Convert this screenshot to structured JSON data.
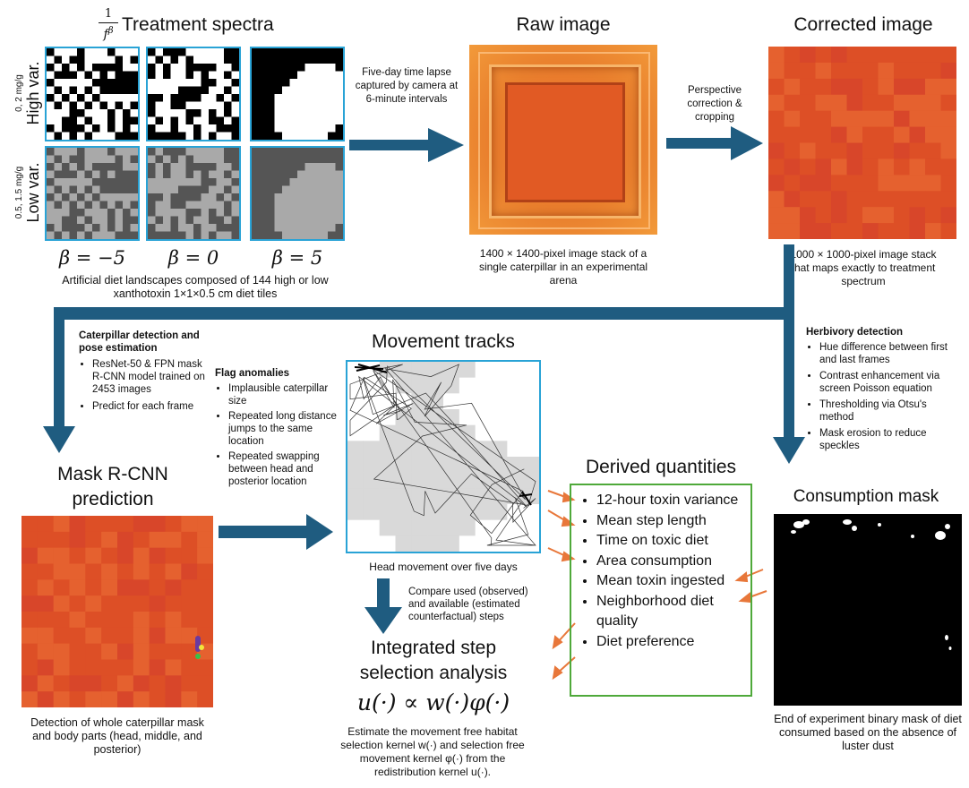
{
  "spectra": {
    "title": "Treatment spectra",
    "title_frac_num": "1",
    "title_frac_den": "f",
    "title_frac_exp": "β",
    "row_high": {
      "label": "High var.",
      "sub": "0, 2 mg/g"
    },
    "row_low": {
      "label": "Low var.",
      "sub": "0.5, 1.5 mg/g"
    },
    "betas": [
      "β = −5",
      "β = 0",
      "β = 5"
    ],
    "caption": "Artificial diet landscapes composed of 144 high or low xanthotoxin 1×1×0.5 cm diet tiles"
  },
  "raw": {
    "title": "Raw image",
    "arrow_text": "Five-day time lapse captured by camera at 6-minute intervals",
    "caption": "1400 × 1400-pixel image stack of a single caterpillar in an experimental arena"
  },
  "corrected": {
    "title": "Corrected image",
    "arrow_text": "Perspective correction & cropping",
    "caption": "1000 × 1000-pixel image stack that maps exactly to treatment spectrum"
  },
  "detection": {
    "heading": "Caterpillar detection and pose estimation",
    "items": [
      "ResNet-50 & FPN mask R-CNN model trained on 2453 images",
      "Predict for each frame"
    ]
  },
  "anomalies": {
    "heading": "Flag anomalies",
    "items": [
      "Implausible caterpillar size",
      "Repeated long distance jumps to the same location",
      "Repeated swapping between head and posterior location"
    ]
  },
  "herbivory": {
    "heading": "Herbivory detection",
    "items": [
      "Hue difference between first and last frames",
      "Contrast enhancement via screen Poisson equation",
      "Thresholding via Otsu's method",
      "Mask erosion to reduce speckles"
    ]
  },
  "maskrcnn": {
    "title_line1": "Mask R-CNN",
    "title_line2": "prediction",
    "caption": "Detection of whole caterpillar mask and body parts (head, middle, and posterior)"
  },
  "tracks": {
    "title": "Movement tracks",
    "caption": "Head movement over five days",
    "compare_text": "Compare used (observed) and available (estimated counterfactual) steps"
  },
  "issa": {
    "title_line1": "Integrated step",
    "title_line2": "selection analysis",
    "formula": "u(·) ∝ w(·)φ(·)",
    "caption": "Estimate the movement free habitat selection kernel w(·) and selection free movement kernel φ(·) from the redistribution kernel u(·)."
  },
  "derived": {
    "title": "Derived quantities",
    "items": [
      "12-hour toxin variance",
      "Mean step length",
      "Time on toxic diet",
      "Area consumption",
      "Mean toxin ingested",
      "Neighborhood diet quality",
      "Diet preference"
    ]
  },
  "consumption": {
    "title": "Consumption mask",
    "caption": "End of experiment binary mask of diet consumed based on the absence of luster dust"
  },
  "colors": {
    "arrow": "#1f5c80",
    "panel_border": "#29a3d6",
    "derived_border": "#4fa93a",
    "orange_arrow": "#e8773a"
  }
}
